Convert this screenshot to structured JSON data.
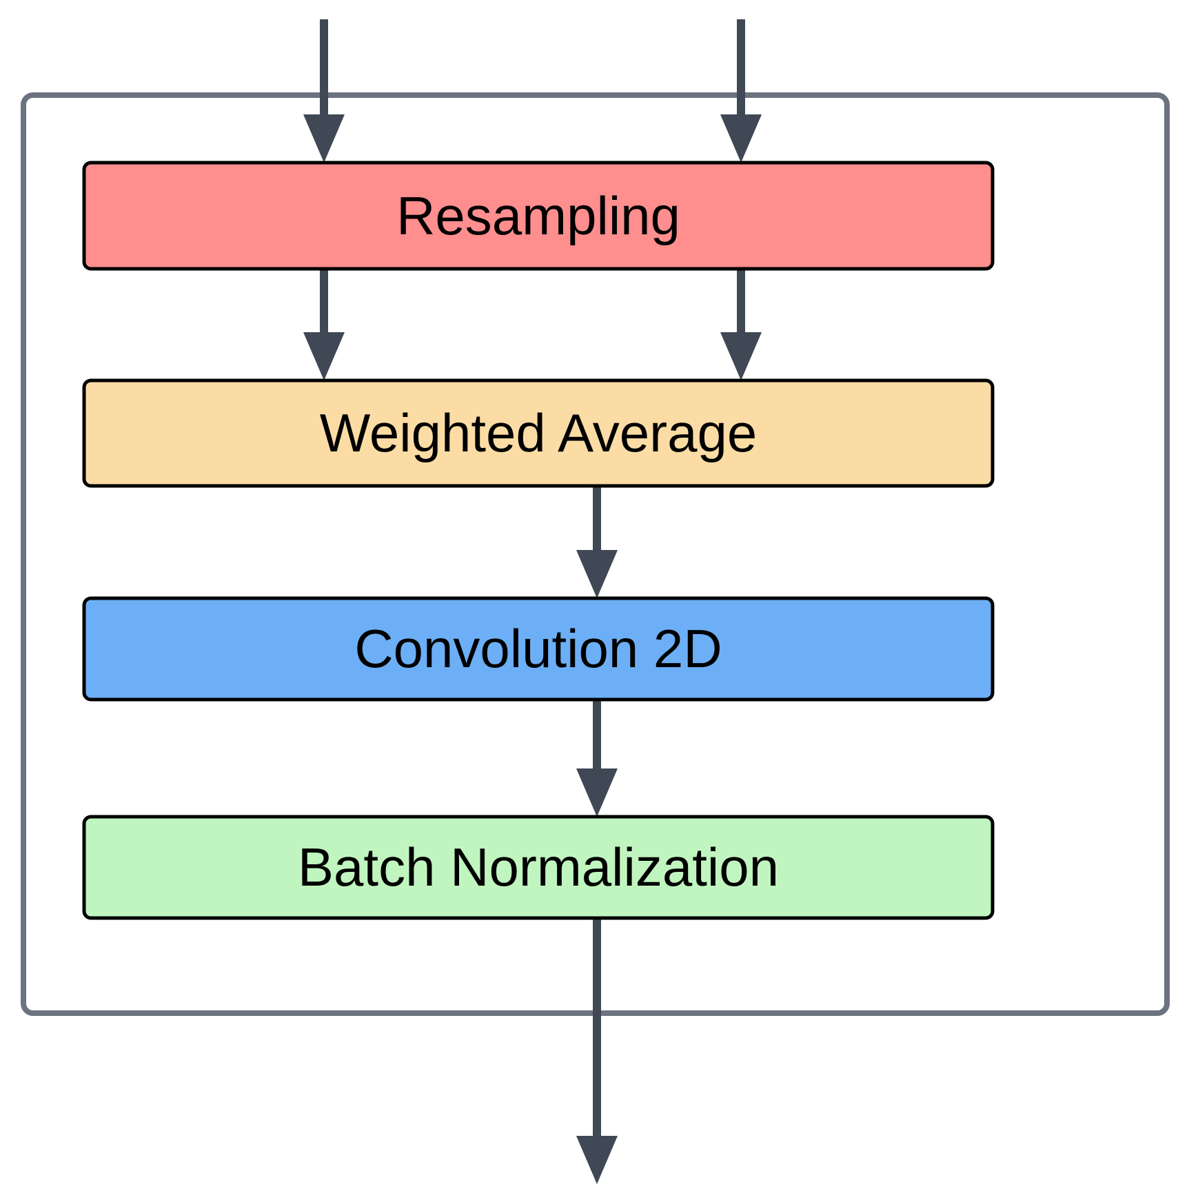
{
  "diagram": {
    "type": "flowchart",
    "direction": "top-to-bottom",
    "title": "Resampling / Weighted Average / Convolution 2D / Batch Normalization block",
    "container": {
      "name": "processing-block",
      "border_color": "#6B7280",
      "fill": "#FFFFFF",
      "border_width": 8,
      "corner_radius": 14
    },
    "nodes": [
      {
        "id": "resampling",
        "label": "Resampling",
        "fill": "#FF8E8E",
        "stroke": "#000000",
        "order": 1
      },
      {
        "id": "weighted-average",
        "label": "Weighted Average",
        "fill": "#FCDCA5",
        "stroke": "#000000",
        "order": 2
      },
      {
        "id": "convolution-2d",
        "label": "Convolution 2D",
        "fill": "#6CAFF6",
        "stroke": "#000000",
        "order": 3
      },
      {
        "id": "batch-normalization",
        "label": "Batch Normalization",
        "fill": "#C0F5C0",
        "stroke": "#000000",
        "order": 4
      }
    ],
    "edges": [
      {
        "id": "in-left",
        "from": "input-left",
        "to": "resampling",
        "lane": "left",
        "arrow": "down"
      },
      {
        "id": "in-right",
        "from": "input-right",
        "to": "resampling",
        "lane": "right",
        "arrow": "down"
      },
      {
        "id": "resamp-wa-left",
        "from": "resampling",
        "to": "weighted-average",
        "lane": "left",
        "arrow": "down"
      },
      {
        "id": "resamp-wa-right",
        "from": "resampling",
        "to": "weighted-average",
        "lane": "right",
        "arrow": "down"
      },
      {
        "id": "wa-conv",
        "from": "weighted-average",
        "to": "convolution-2d",
        "lane": "center",
        "arrow": "down"
      },
      {
        "id": "conv-bn",
        "from": "convolution-2d",
        "to": "batch-normalization",
        "lane": "center",
        "arrow": "down"
      },
      {
        "id": "bn-out",
        "from": "batch-normalization",
        "to": "output",
        "lane": "center",
        "arrow": "down"
      }
    ],
    "edge_color": "#3F4854",
    "edge_width": 12
  }
}
